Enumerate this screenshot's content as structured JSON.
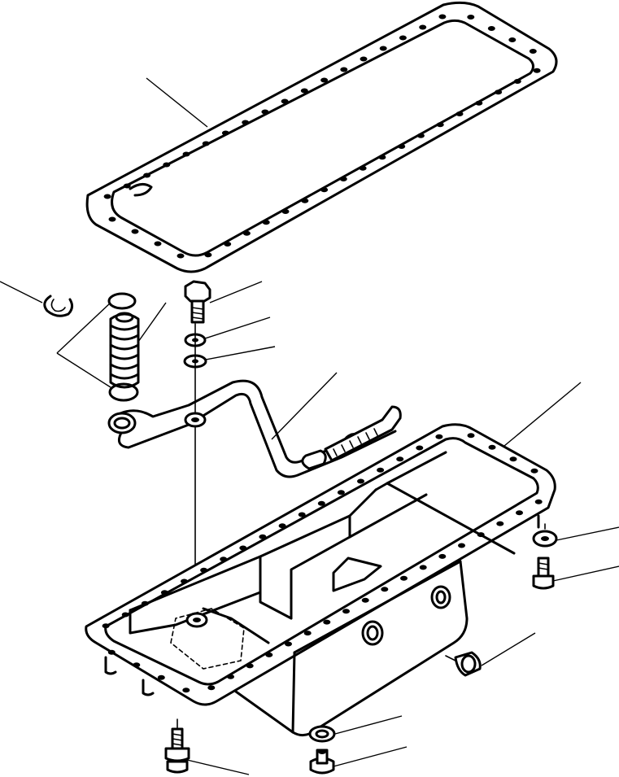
{
  "diagram": {
    "kind": "exploded parts drawing",
    "background": "#ffffff",
    "ink": "#000000",
    "parts": [
      "gasket",
      "retaining-ring",
      "o-ring-upper",
      "o-ring-lower",
      "relief-valve",
      "bolt",
      "lock-washer",
      "flat-washer",
      "suction-tube",
      "oil-pan",
      "washer-right",
      "bolt-right",
      "drain-plug",
      "washer-bottom",
      "nut-bottom",
      "stud-bottom"
    ]
  }
}
